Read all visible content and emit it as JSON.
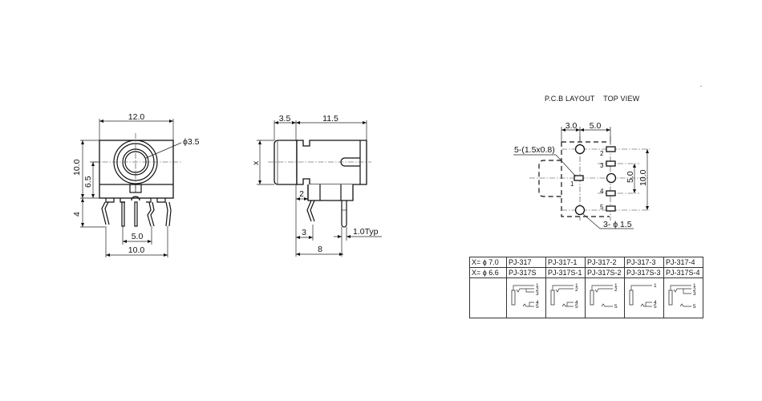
{
  "front_view": {
    "width_label": "12.0",
    "hole_diameter_label": "ϕ3.5",
    "height_label": "10.0",
    "center_height_label": "6.5",
    "pin_length_label": "4",
    "pin_pitch_inner_label": "5.0",
    "pin_pitch_outer_label": "10.0"
  },
  "side_view": {
    "front_length_label": "3.5",
    "body_length_label": "11.5",
    "diameter_var_label": "x",
    "offset_label": "2",
    "pin_offset_label": "3",
    "pin_thickness_label": "1.0Typ",
    "pin_span_label": "8"
  },
  "pcb_layout": {
    "title": "P.C.B LAYOUT    TOP VIEW",
    "dim_left_label": "3.0",
    "dim_right_label": "5.0",
    "pad_size_label": "5-(1.5x0.8)",
    "hole_label": "3- ϕ 1.5",
    "pitch_inner_label": "5.0",
    "pitch_outer_label": "10.0",
    "pad_numbers": [
      "1",
      "2",
      "3",
      "4",
      "5"
    ]
  },
  "model_table": {
    "rows": [
      {
        "key": "X= ϕ 7.0",
        "models": [
          "PJ-317",
          "PJ-317-1",
          "PJ-317-2",
          "PJ-317-3",
          "PJ-317-4"
        ]
      },
      {
        "key": "X= ϕ 6.6",
        "models": [
          "PJ-317S",
          "PJ-317S-1",
          "PJ-317S-2",
          "PJ-317S-3",
          "PJ-317S-4"
        ]
      }
    ],
    "schematic_pins": [
      [
        "1",
        "2",
        "3",
        "4",
        "5"
      ],
      [
        "1",
        "2",
        "4",
        "5"
      ],
      [
        "1",
        "2",
        "5"
      ],
      [
        "1",
        "4",
        "5"
      ],
      [
        "1",
        "2",
        "3",
        "5"
      ]
    ]
  }
}
